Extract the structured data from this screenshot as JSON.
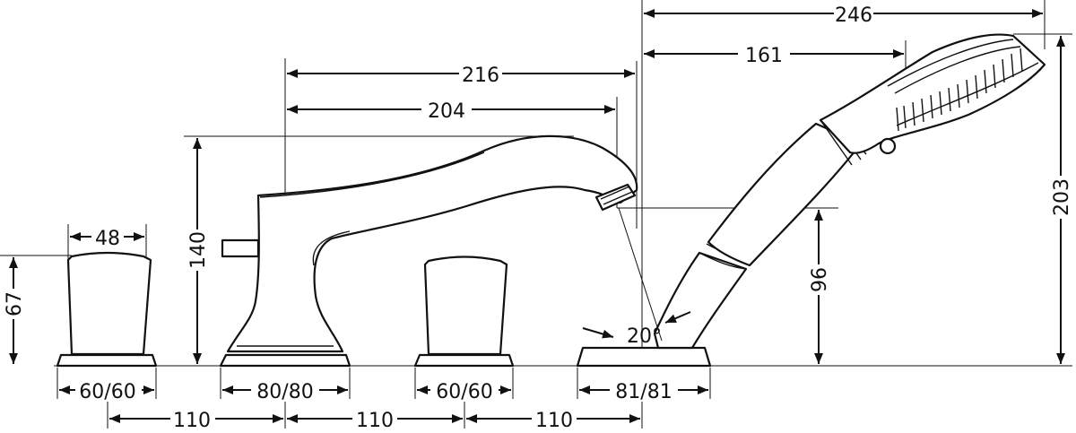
{
  "dimensions": {
    "overall_width": "246",
    "handshower_length": "161",
    "spout_reach_outer": "216",
    "spout_reach_inner": "204",
    "handshower_height": "203",
    "spout_height": "140",
    "handshower_outlet_height": "96",
    "handle_height": "67",
    "handle_width": "48",
    "handle_base_left": "60/60",
    "spout_base": "80/80",
    "handle_base_right": "60/60",
    "handshower_base": "81/81",
    "spacing_1": "110",
    "spacing_2": "110",
    "spacing_3": "110",
    "tilt_angle": "20°"
  }
}
